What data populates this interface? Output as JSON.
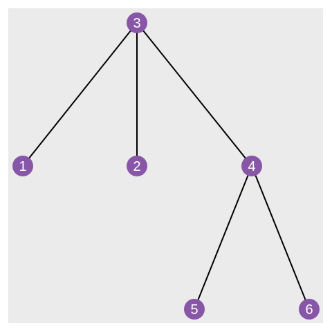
{
  "diagram": {
    "type": "tree",
    "background_color": "#ebebeb",
    "node_color": "#8856a7",
    "label_color": "#ffffff",
    "edge_color": "#000000",
    "nodes": [
      {
        "id": "3",
        "label": "3"
      },
      {
        "id": "1",
        "label": "1"
      },
      {
        "id": "2",
        "label": "2"
      },
      {
        "id": "4",
        "label": "4"
      },
      {
        "id": "5",
        "label": "5"
      },
      {
        "id": "6",
        "label": "6"
      }
    ],
    "edges": [
      {
        "from": "3",
        "to": "1"
      },
      {
        "from": "3",
        "to": "2"
      },
      {
        "from": "3",
        "to": "4"
      },
      {
        "from": "4",
        "to": "5"
      },
      {
        "from": "4",
        "to": "6"
      }
    ]
  }
}
